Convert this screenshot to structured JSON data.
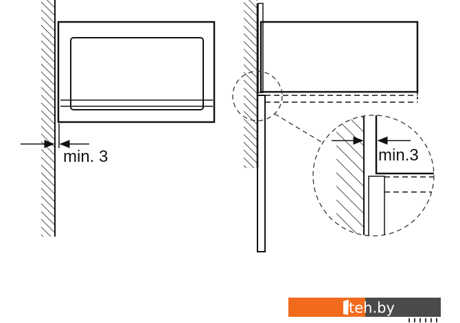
{
  "left_figure": {
    "label": "min. 3"
  },
  "right_figure": {
    "detail_label": "min.3"
  },
  "watermark": {
    "text": "teh.by",
    "orange": "#f26b1d",
    "gray": "#4a4a4a"
  }
}
